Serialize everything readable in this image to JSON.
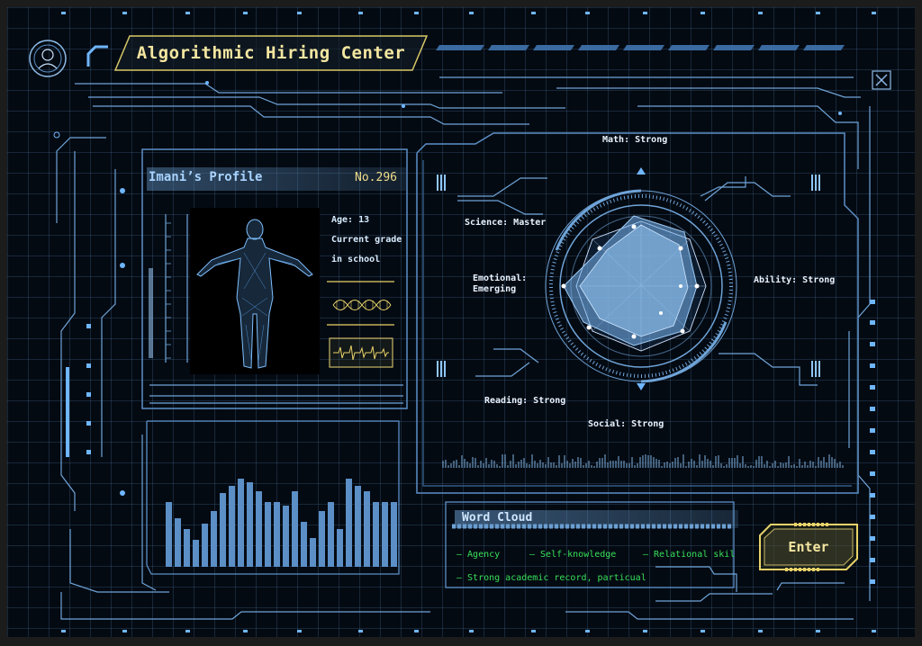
{
  "app": {
    "title": "Algorithmic Hiring Center"
  },
  "profile": {
    "name": "Imani’s Profile",
    "number": "No.296",
    "age": "Age: 13",
    "grade_line1": "Current grade",
    "grade_line2": "in school"
  },
  "radar": {
    "labels": {
      "math": "Math: Strong",
      "science": "Science: Master",
      "emotional_line1": "Emotional:",
      "emotional_line2": "Emerging",
      "ability": "Ability: Strong",
      "reading": "Reading: Strong",
      "social": "Social: Strong"
    }
  },
  "word_cloud": {
    "title": "Word Cloud",
    "items": [
      "– Agency",
      "– Self-knowledge",
      "– Relational skil",
      "– Strong academic record, particual"
    ]
  },
  "enter_button": {
    "label": "Enter"
  },
  "colors": {
    "accent": "#6fb6ff",
    "gold": "#e8d36a",
    "green": "#38e05a",
    "background": "#040a12"
  },
  "icons": {
    "avatar": "avatar-icon",
    "close": "close-icon",
    "dna": "dna-icon",
    "waveform": "waveform-icon"
  }
}
